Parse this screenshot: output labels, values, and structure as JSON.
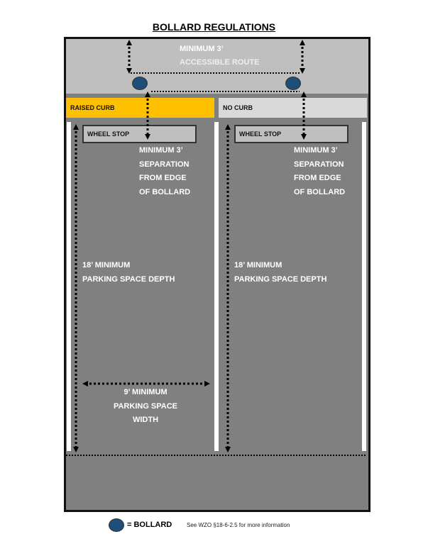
{
  "title": "BOLLARD REGULATIONS",
  "route_label": [
    "MINIMUM 3’",
    "ACCESSIBLE ROUTE"
  ],
  "left": {
    "curb": "RAISED CURB",
    "wheel_stop": "WHEEL STOP",
    "separation": [
      "MINIMUM 3’",
      "SEPARATION",
      "FROM EDGE",
      "OF BOLLARD"
    ],
    "depth": [
      "18’ MINIMUM",
      "PARKING SPACE DEPTH"
    ],
    "width": [
      "9’ MINIMUM",
      "PARKING SPACE",
      "WIDTH"
    ]
  },
  "right": {
    "curb": "NO CURB",
    "wheel_stop": "WHEEL STOP",
    "separation": [
      "MINIMUM 3’",
      "SEPARATION",
      "FROM EDGE",
      "OF BOLLARD"
    ],
    "depth": [
      "18’ MINIMUM",
      "PARKING SPACE DEPTH"
    ]
  },
  "legend": {
    "label": "= BOLLARD",
    "note": "See WZO §18-6-2.5 for more information"
  },
  "colors": {
    "raised_curb": "#ffc000",
    "no_curb": "#d9d9d9",
    "bollard": "#1f4e79",
    "pavement": "#808080",
    "walkway": "#bfbfbf"
  }
}
